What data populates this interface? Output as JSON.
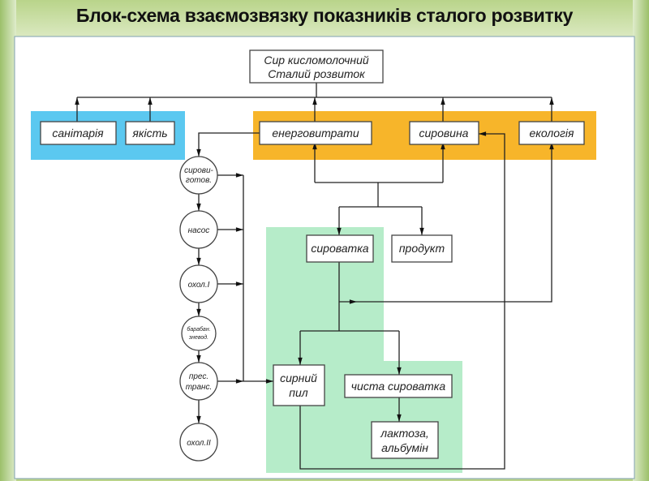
{
  "title": "Блок-схема взаємозвязку показників сталого розвитку",
  "colors": {
    "blue_group": "#5bc8f0",
    "orange_group": "#f7b52a",
    "green_group": "#b6ecc9"
  },
  "nodes": {
    "root_line1": "Сир кисломолочний",
    "root_line2": "Сталий розвиток",
    "sanitation": "санітарія",
    "quality": "якість",
    "energy": "енерговитрати",
    "raw": "сировина",
    "ecology": "екологія",
    "whey": "сироватка",
    "product": "продукт",
    "cheese_dust_1": "сирний",
    "cheese_dust_2": "пил",
    "clean_whey": "чиста сироватка",
    "lactose_1": "лактоза,",
    "lactose_2": "альбумін"
  },
  "process_steps": [
    {
      "l1": "сирови-",
      "l2": "готов."
    },
    {
      "l1": "насос",
      "l2": ""
    },
    {
      "l1": "охол.І",
      "l2": ""
    },
    {
      "l1": "барабан.",
      "l2": "зневод."
    },
    {
      "l1": "прес.",
      "l2": "транс."
    },
    {
      "l1": "охол.ІІ",
      "l2": ""
    }
  ]
}
